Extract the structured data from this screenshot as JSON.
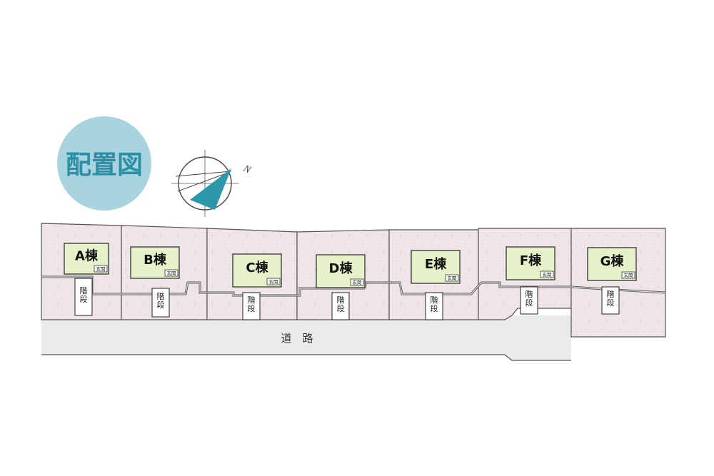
{
  "title": "配置図",
  "compass": {
    "north_label": "N"
  },
  "road": {
    "label": "道　路"
  },
  "lots": [
    {
      "label": "A棟",
      "entrance": "玄関",
      "stairs": "階段"
    },
    {
      "label": "B棟",
      "entrance": "玄関",
      "stairs": "階段"
    },
    {
      "label": "C棟",
      "entrance": "玄関",
      "stairs": "階段"
    },
    {
      "label": "D棟",
      "entrance": "玄関",
      "stairs": "階段"
    },
    {
      "label": "E棟",
      "entrance": "玄関",
      "stairs": "階段"
    },
    {
      "label": "F棟",
      "entrance": "玄関",
      "stairs": "階段"
    },
    {
      "label": "G棟",
      "entrance": "玄関",
      "stairs": "階段"
    }
  ],
  "colors": {
    "title_circle": "#a9d4df",
    "title_text": "#2b8fa6",
    "compass_needle": "#2b97a8",
    "lot_fill": "#efe5e8",
    "house_fill": "#e5f2c9",
    "road_fill": "#ebebeb",
    "outline": "#555555"
  }
}
